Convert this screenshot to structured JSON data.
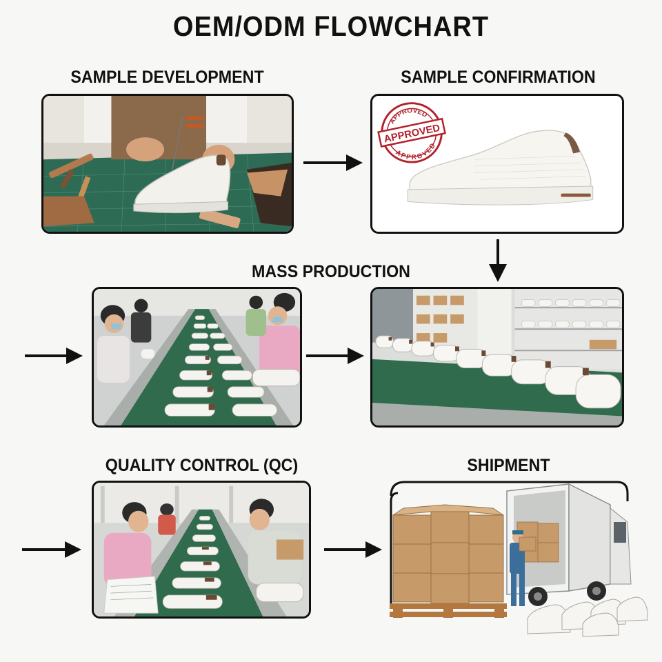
{
  "title": "OEM/ODM FLOWCHART",
  "steps": {
    "sample_development": "SAMPLE DEVELOPMENT",
    "sample_confirmation": "SAMPLE CONFIRMATION",
    "mass_production": "MASS PRODUCTION",
    "quality_control": "QUALITY CONTROL (QC)",
    "shipment": "SHIPMENT"
  },
  "stamp": {
    "arc_top": "APPROVED",
    "center": "APPROVED",
    "arc_bottom": "APPROVED"
  },
  "colors": {
    "stamp_red": "#b3202c",
    "conveyor_green": "#2f6b4c",
    "cutting_mat": "#2d6b55",
    "box_brown": "#c79a6a"
  }
}
